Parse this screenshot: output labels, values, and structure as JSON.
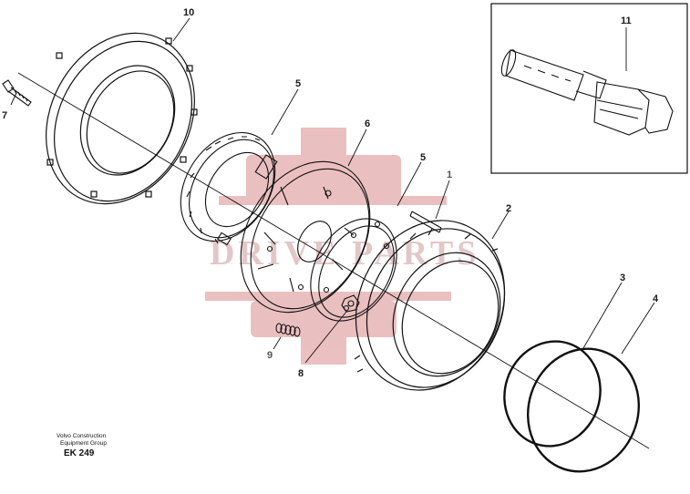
{
  "callouts": {
    "c1": "1",
    "c2": "2",
    "c3": "3",
    "c4": "4",
    "c5a": "5",
    "c5b": "5",
    "c6": "6",
    "c7": "7",
    "c8": "8",
    "c9": "9",
    "c10": "10",
    "c11": "11"
  },
  "caption": {
    "line1": "Volvo Construction",
    "line2": "Equipment Group",
    "code": "EK 249"
  },
  "watermark": {
    "text": "DRIVE PARTS",
    "color": "#e8b9b9"
  },
  "colors": {
    "line": "#111111",
    "watermark": "#e8b9b9"
  }
}
